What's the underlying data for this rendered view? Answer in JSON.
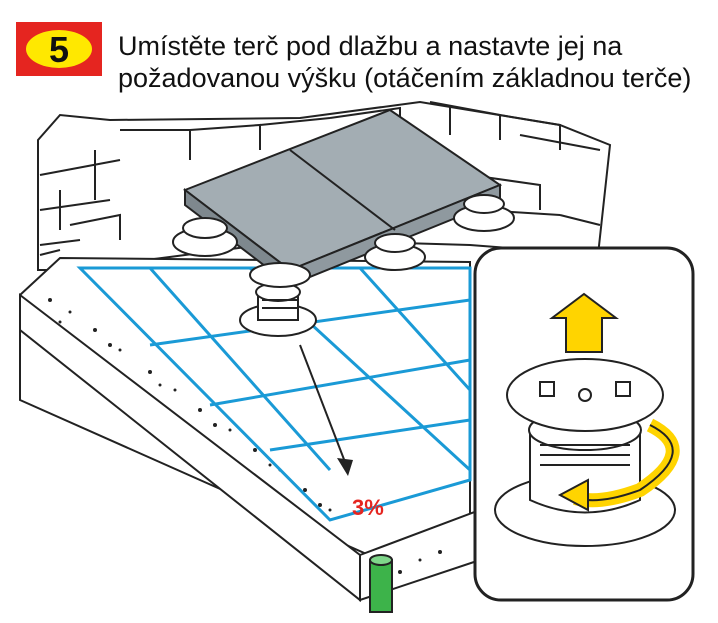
{
  "step": {
    "number": "5",
    "text": "Umístěte terč pod dlažbu a nastavte jej na požadovanou výšku (otáčením základnou terče)"
  },
  "slope_label": "3%",
  "colors": {
    "badge_red": "#e52520",
    "badge_yellow": "#ffe800",
    "grid_blue": "#1a9ad6",
    "slab_grey": "#a3adb3",
    "slope_red": "#e52520",
    "drain_green": "#3db34a",
    "arrow_yellow": "#ffd400"
  },
  "icons": [
    "pedestal",
    "height-adjust-arrow",
    "rotate-arrow",
    "drain-pipe",
    "paving-slab"
  ]
}
